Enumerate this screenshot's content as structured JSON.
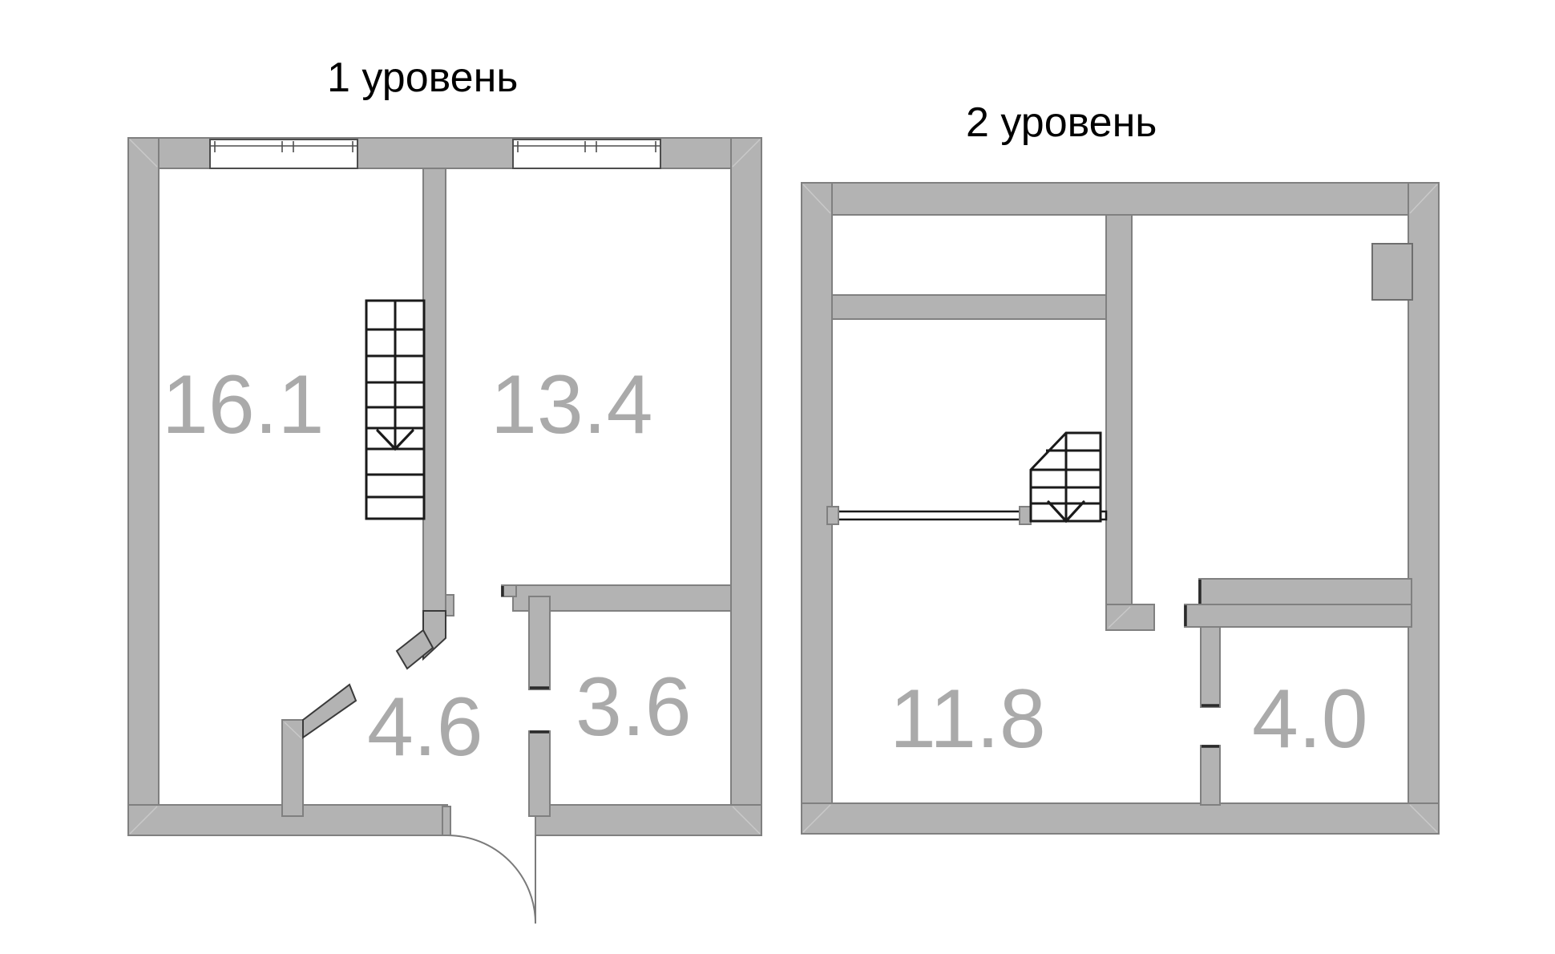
{
  "document": {
    "kind": "apartment-floor-plan",
    "background_color": "#ffffff"
  },
  "palette": {
    "wall_fill": "#b3b3b3",
    "wall_stroke": "#808080",
    "wall_edge_dark": "#4d4d4d",
    "area_text": "#aaaaaa",
    "title_text": "#000000",
    "stair_line": "#1a1a1a",
    "door_arc": "#808080",
    "window_fill": "#ffffff"
  },
  "levels": [
    {
      "id": "level-1",
      "title": "1 уровень",
      "rooms": [
        {
          "id": "room-16-1",
          "area_label": "16.1"
        },
        {
          "id": "room-13-4",
          "area_label": "13.4"
        },
        {
          "id": "room-4-6",
          "area_label": "4.6"
        },
        {
          "id": "room-3-6",
          "area_label": "3.6"
        }
      ],
      "features": [
        {
          "name": "window-top-left"
        },
        {
          "name": "window-top-right"
        },
        {
          "name": "staircase-up"
        },
        {
          "name": "interior-door-hall-to-room-13-4"
        },
        {
          "name": "interior-door-hall-to-room-16-1"
        },
        {
          "name": "interior-door-hall-to-bathroom"
        },
        {
          "name": "entrance-door"
        }
      ]
    },
    {
      "id": "level-2",
      "title": "2 уровень",
      "rooms": [
        {
          "id": "room-11-8",
          "area_label": "11.8"
        },
        {
          "id": "room-4-0",
          "area_label": "4.0"
        }
      ],
      "features": [
        {
          "name": "closet-niche-top-left"
        },
        {
          "name": "wall-column-right"
        },
        {
          "name": "staircase-down"
        },
        {
          "name": "balustrade-railing"
        },
        {
          "name": "bathroom-partition"
        }
      ]
    }
  ]
}
